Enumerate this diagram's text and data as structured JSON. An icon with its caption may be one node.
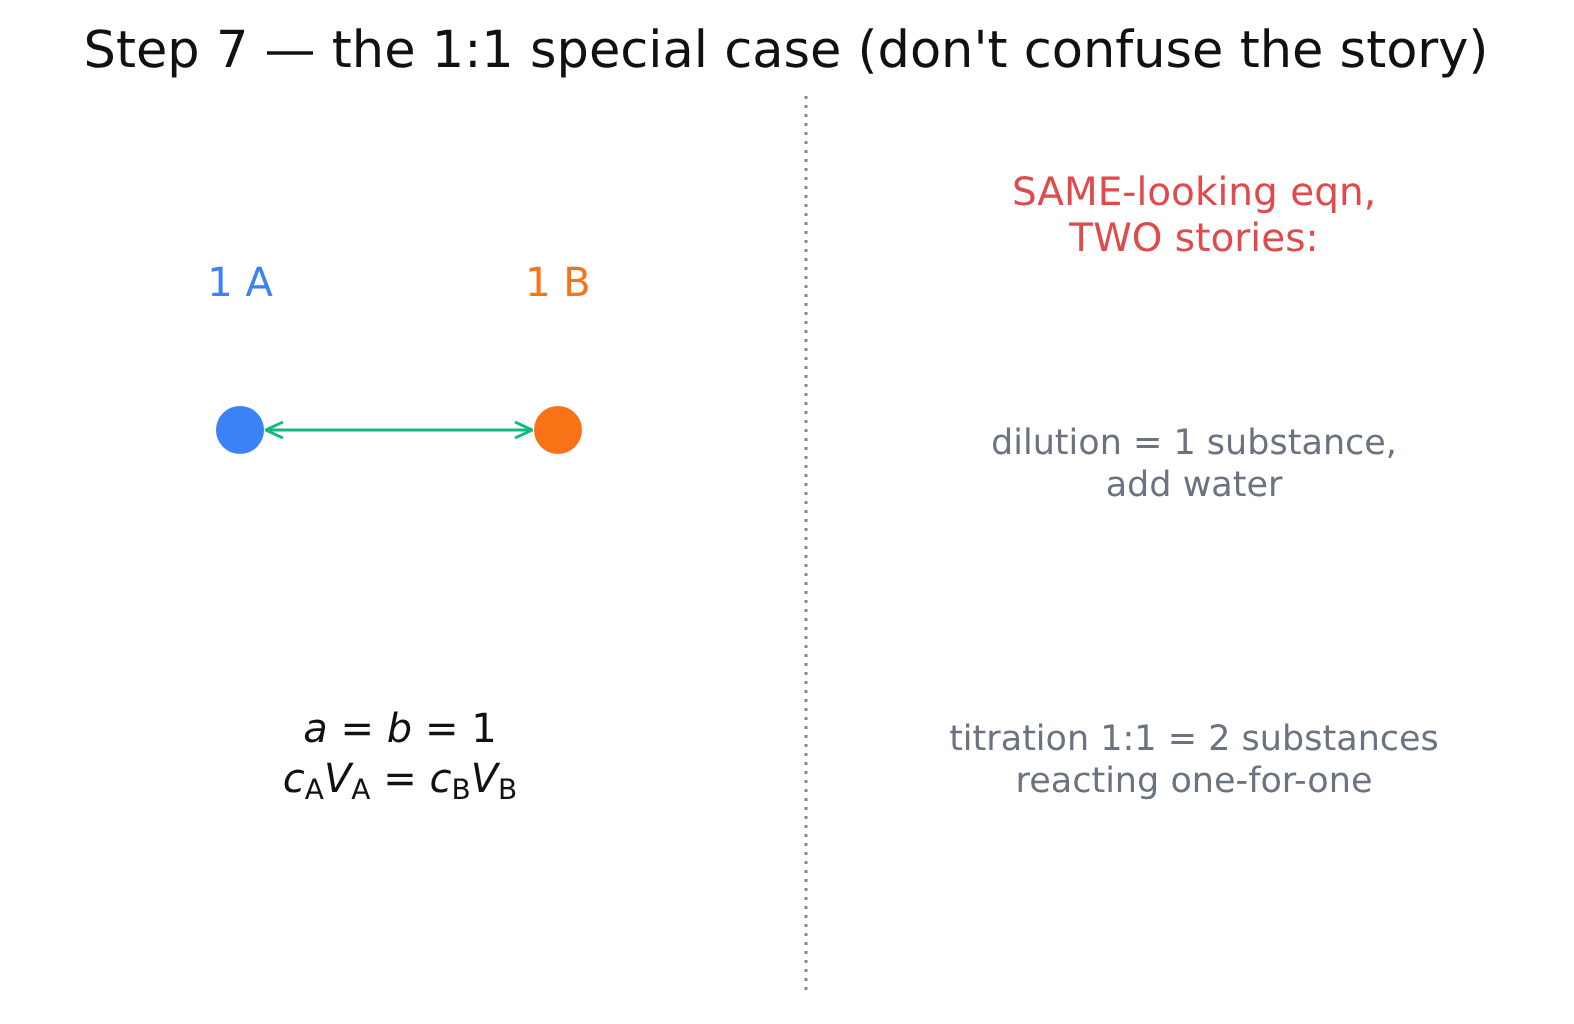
{
  "diagram": {
    "title": "Step 7 — the 1:1 special case (don't confuse the story)",
    "nodes": [
      {
        "text": [],
        "shape": "circle",
        "beside": [
          "1 A"
        ]
      },
      {
        "text": [],
        "shape": "circle",
        "beside": [
          "1 B"
        ]
      }
    ],
    "edges": [
      {
        "from": 0,
        "to": 1,
        "arrow": "both"
      }
    ],
    "labels": [
      "*a* = *b* = 1",
      "*c*$_{A}$*V*$_{A}$ = *c*$_{B}$*V*$_{B}$",
      "SAME-looking eqn, TWO stories:",
      "dilution = 1 substance, add water",
      "titration 1:1 = 2 substances reacting one-for-one"
    ]
  }
}
